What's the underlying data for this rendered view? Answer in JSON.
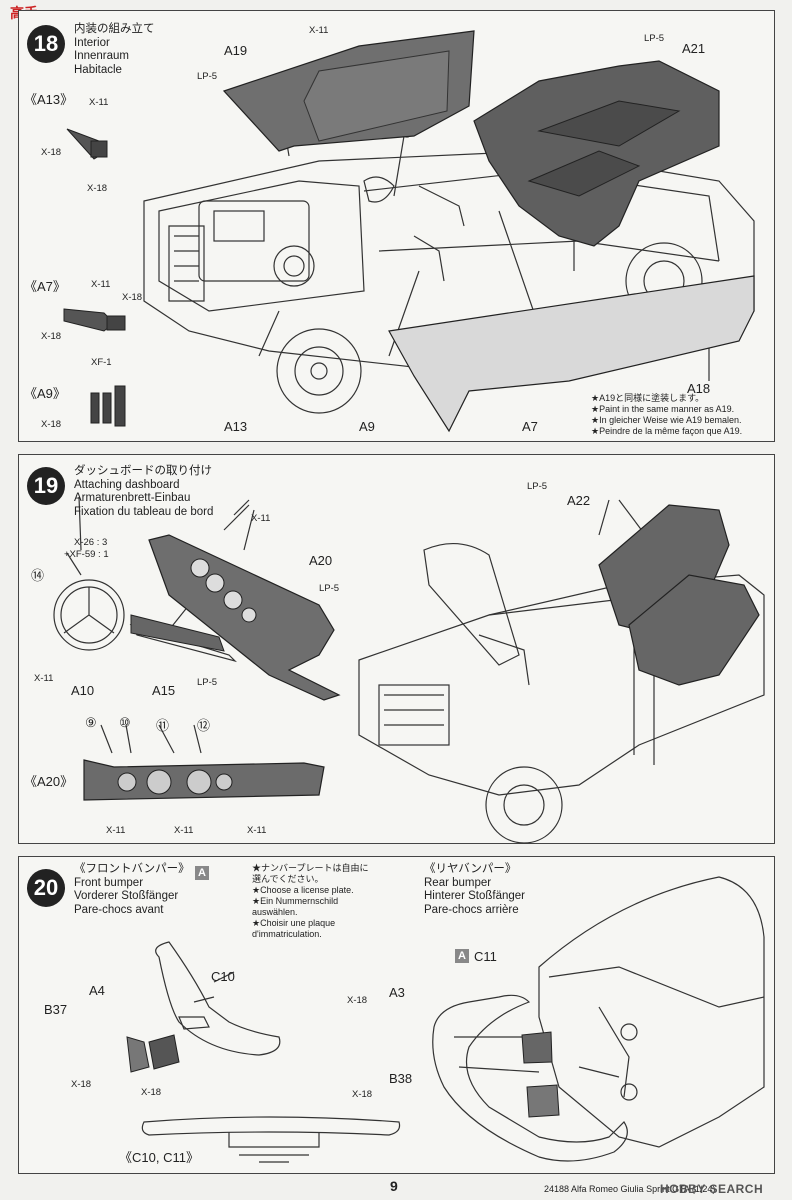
{
  "header": {
    "logo": "高手"
  },
  "step18": {
    "number": "18",
    "title_jp": "内装の組み立て",
    "title_en": "Interior",
    "title_de": "Innenraum",
    "title_fr": "Habitacle",
    "labels": {
      "a19": "A19",
      "lp5a": "LP-5",
      "x11a": "X-11",
      "lp5b": "LP-5",
      "a21": "A21",
      "a13sub": "《A13》",
      "x11b": "X-11",
      "x18a": "X-18",
      "x18b": "X-18",
      "a7sub": "《A7》",
      "x11c": "X-11",
      "x18c": "X-18",
      "x18d": "X-18",
      "xf1": "XF-1",
      "a9sub": "《A9》",
      "x18e": "X-18",
      "a13": "A13",
      "a9": "A9",
      "a7": "A7",
      "a18": "A18"
    },
    "note": [
      "★A19と同様に塗装します。",
      "★Paint in the same manner as A19.",
      "★In gleicher Weise wie A19 bemalen.",
      "★Peindre de la même façon que A19."
    ]
  },
  "step19": {
    "number": "19",
    "title_jp": "ダッシュボードの取り付け",
    "title_en": "Attaching dashboard",
    "title_de": "Armaturenbrett-Einbau",
    "title_fr": "Fixation du tableau de bord",
    "labels": {
      "x11a": "X-11",
      "x26": "X-26 : 3",
      "xf59": "+XF-59 : 1",
      "c14": "⑭",
      "a20": "A20",
      "lp5a": "LP-5",
      "x11b": "X-11",
      "a10": "A10",
      "a15": "A15",
      "lp5b": "LP-5",
      "a20sub": "《A20》",
      "c9": "⑨",
      "c10": "⑩",
      "c11": "⑪",
      "c12": "⑫",
      "x11c": "X-11",
      "x11d": "X-11",
      "x11e": "X-11",
      "lp5c": "LP-5",
      "a22": "A22"
    }
  },
  "step20": {
    "number": "20",
    "front_jp": "《フロントバンパー》",
    "front_en": "Front bumper",
    "front_de": "Vorderer Stoßfänger",
    "front_fr": "Pare-chocs avant",
    "box": "A",
    "plate_note": [
      "★ナンバープレートは自由に",
      "選んでください。",
      "★Choose a license plate.",
      "★Ein Nummernschild",
      "auswählen.",
      "★Choisir une plaque",
      "d'immatriculation."
    ],
    "rear_jp": "《リヤバンパー》",
    "rear_en": "Rear bumper",
    "rear_de": "Hinterer Stoßfänger",
    "rear_fr": "Pare-chocs arrière",
    "labels": {
      "c10": "C10",
      "a4": "A4",
      "b37": "B37",
      "x18a": "X-18",
      "x18b": "X-18",
      "c11": "C11",
      "a3": "A3",
      "x18c": "X-18",
      "b38": "B38",
      "x18d": "X-18",
      "c10c11": "《C10, C11》"
    }
  },
  "footer": {
    "page": "9",
    "code": "24188 Alfa Romeo Giulia Sprint GTA (1/24)",
    "watermark": "HOBBY SEARCH"
  }
}
